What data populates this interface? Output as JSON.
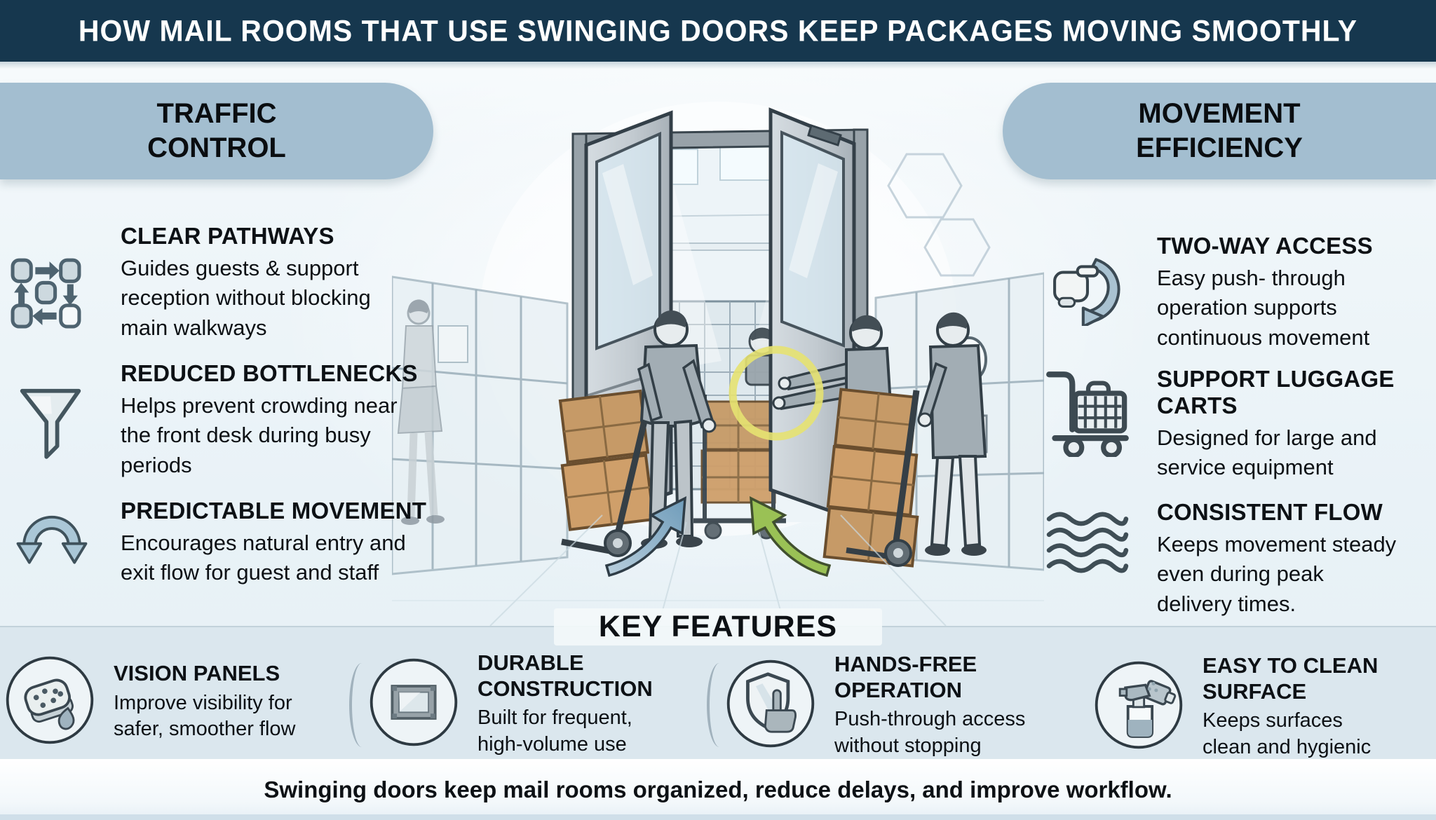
{
  "header": {
    "title": "HOW MAIL ROOMS THAT USE SWINGING DOORS KEEP PACKAGES MOVING SMOOTHLY"
  },
  "banners": {
    "left": "TRAFFIC\nCONTROL",
    "right": "MOVEMENT\nEFFICIENCY"
  },
  "sections": {
    "left": {
      "items": [
        {
          "icon": "pathway-flow-icon",
          "title": "CLEAR PATHWAYS",
          "body": "Guides guests & support\nreception without blocking\nmain walkways"
        },
        {
          "icon": "funnel-icon",
          "title": "REDUCED BOTTLENECKS",
          "body": "Helps prevent crowding near\nthe front desk during busy\nperiods"
        },
        {
          "icon": "u-turn-arrows-icon",
          "title": "PREDICTABLE MOVEMENT",
          "body": "Encourages natural entry and\nexit flow for guest and staff"
        }
      ]
    },
    "right": {
      "items": [
        {
          "icon": "push-hand-icon",
          "title": "TWO-WAY ACCESS",
          "body": "Easy push- through\noperation supports\ncontinuous movement"
        },
        {
          "icon": "luggage-cart-icon",
          "title": "SUPPORT LUGGAGE\nCARTS",
          "body": "Designed for large and\nservice equipment"
        },
        {
          "icon": "waves-icon",
          "title": "CONSISTENT FLOW",
          "body": "Keeps movement steady\neven during peak\ndelivery times."
        }
      ]
    }
  },
  "key_features": {
    "title": "KEY FEATURES",
    "items": [
      {
        "icon": "sponge-icon",
        "title": "VISION PANELS",
        "body": "Improve visibility for\nsafer, smoother flow"
      },
      {
        "icon": "framed-panel-icon",
        "title": "DURABLE\nCONSTRUCTION",
        "body": "Built for frequent,\nhigh-volume use"
      },
      {
        "icon": "shield-hand-icon",
        "title": "HANDS-FREE\nOPERATION",
        "body": "Push-through access\nwithout stopping"
      },
      {
        "icon": "spray-bottle-icon",
        "title": "EASY TO CLEAN\nSURFACE",
        "body": "Keeps surfaces\nclean and hygienic"
      }
    ]
  },
  "footer": {
    "text": "Swinging doors keep mail rooms organized, reduce delays, and improve workflow."
  },
  "colors": {
    "header-bg": "#16374e",
    "banner-bg": "#a3bed0",
    "band-bg": "#dbe7ee",
    "footer-bg": "#fafdfe",
    "ink": "#0d1115",
    "arrow-blue": "#7fa9c4",
    "arrow-green": "#93bd50",
    "highlight-ring": "#e6e271",
    "cardboard": "#c89c6b"
  }
}
